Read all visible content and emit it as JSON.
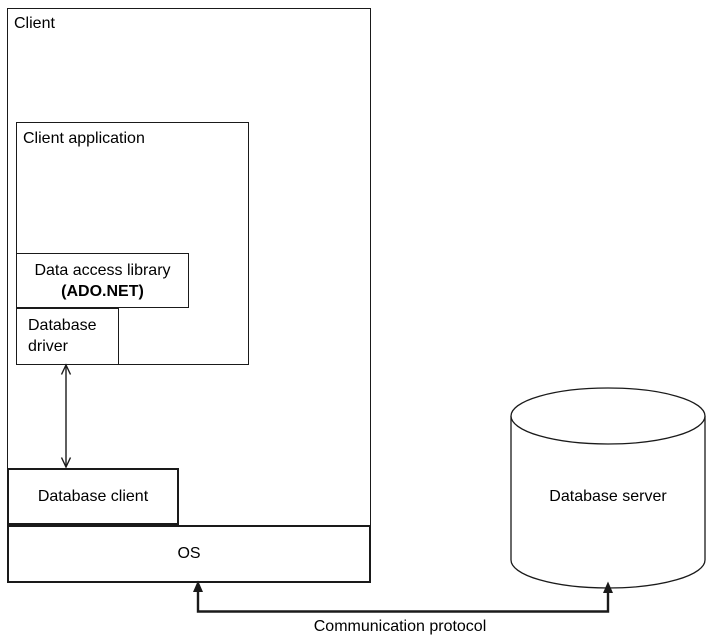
{
  "diagram": {
    "client_box": {
      "label": "Client"
    },
    "client_application_box": {
      "label": "Client application"
    },
    "data_access_library_box": {
      "label": "Data access library",
      "technology": "(ADO.NET)"
    },
    "database_driver_box": {
      "label": "Database driver"
    },
    "database_client_box": {
      "label": "Database client"
    },
    "os_box": {
      "label": "OS"
    },
    "database_server_cylinder": {
      "label": "Database server"
    },
    "communication_protocol_edge": {
      "label": "Communication protocol"
    }
  },
  "colors": {
    "background": "#ffffff",
    "line": "#000000",
    "text": "#000000"
  }
}
